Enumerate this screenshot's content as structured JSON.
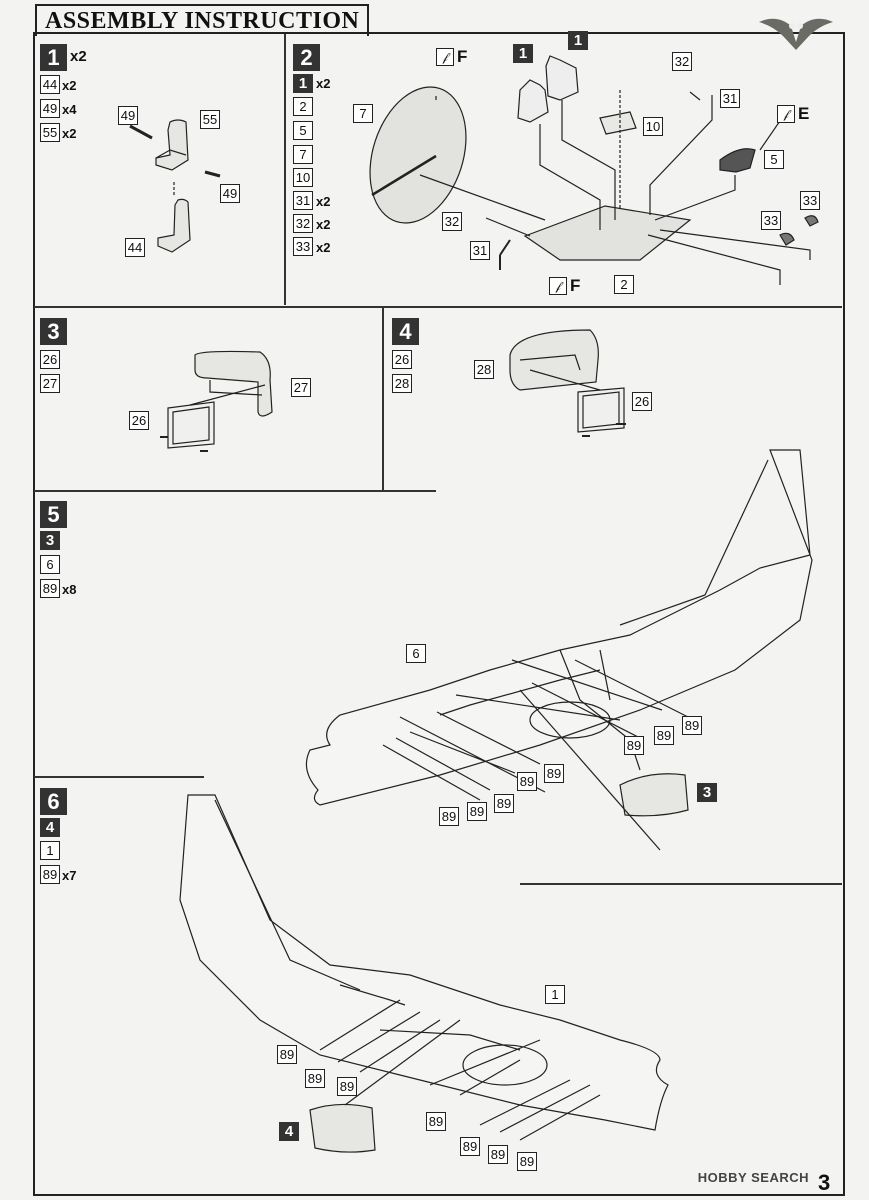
{
  "header": {
    "title": "ASSEMBLY INSTRUCTION",
    "page_number": "3",
    "watermark": "HOBBY SEARCH"
  },
  "colors": {
    "ink": "#222222",
    "paper": "#f3f3f1",
    "step_fill": "#333333",
    "part_fill": "#d9d9d6"
  },
  "step1": {
    "number": "1",
    "qty": "x2",
    "parts": [
      {
        "id": "44",
        "qty": "x2"
      },
      {
        "id": "49",
        "qty": "x4"
      },
      {
        "id": "55",
        "qty": "x2"
      }
    ],
    "labels": {
      "a": "49",
      "b": "55",
      "c": "49",
      "d": "44"
    }
  },
  "step2": {
    "number": "2",
    "sub": {
      "id": "1",
      "qty": "x2"
    },
    "parts": [
      {
        "id": "2",
        "qty": ""
      },
      {
        "id": "5",
        "qty": ""
      },
      {
        "id": "7",
        "qty": ""
      },
      {
        "id": "10",
        "qty": ""
      },
      {
        "id": "31",
        "qty": "x2"
      },
      {
        "id": "32",
        "qty": "x2"
      },
      {
        "id": "33",
        "qty": "x2"
      }
    ],
    "labels": {
      "l7": "7",
      "l1a": "1",
      "l1b": "1",
      "l32a": "32",
      "l31a": "31",
      "l10": "10",
      "l5": "5",
      "l32b": "32",
      "l31b": "31",
      "l33a": "33",
      "l33b": "33",
      "l2": "2"
    },
    "paint": {
      "f1": "F",
      "e": "E",
      "f2": "F"
    }
  },
  "step3": {
    "number": "3",
    "parts": [
      {
        "id": "26"
      },
      {
        "id": "27"
      }
    ],
    "labels": {
      "a": "27",
      "b": "26"
    }
  },
  "step4": {
    "number": "4",
    "parts": [
      {
        "id": "26"
      },
      {
        "id": "28"
      }
    ],
    "labels": {
      "a": "28",
      "b": "26"
    }
  },
  "step5": {
    "number": "5",
    "sub": "3",
    "parts": [
      {
        "id": "6",
        "qty": ""
      },
      {
        "id": "89",
        "qty": "x8"
      }
    ],
    "labels": {
      "l6": "6",
      "l3": "3"
    },
    "pin_label": "89"
  },
  "step6": {
    "number": "6",
    "sub": "4",
    "parts": [
      {
        "id": "1",
        "qty": ""
      },
      {
        "id": "89",
        "qty": "x7"
      }
    ],
    "labels": {
      "l1": "1",
      "l4": "4"
    },
    "pin_label": "89"
  }
}
